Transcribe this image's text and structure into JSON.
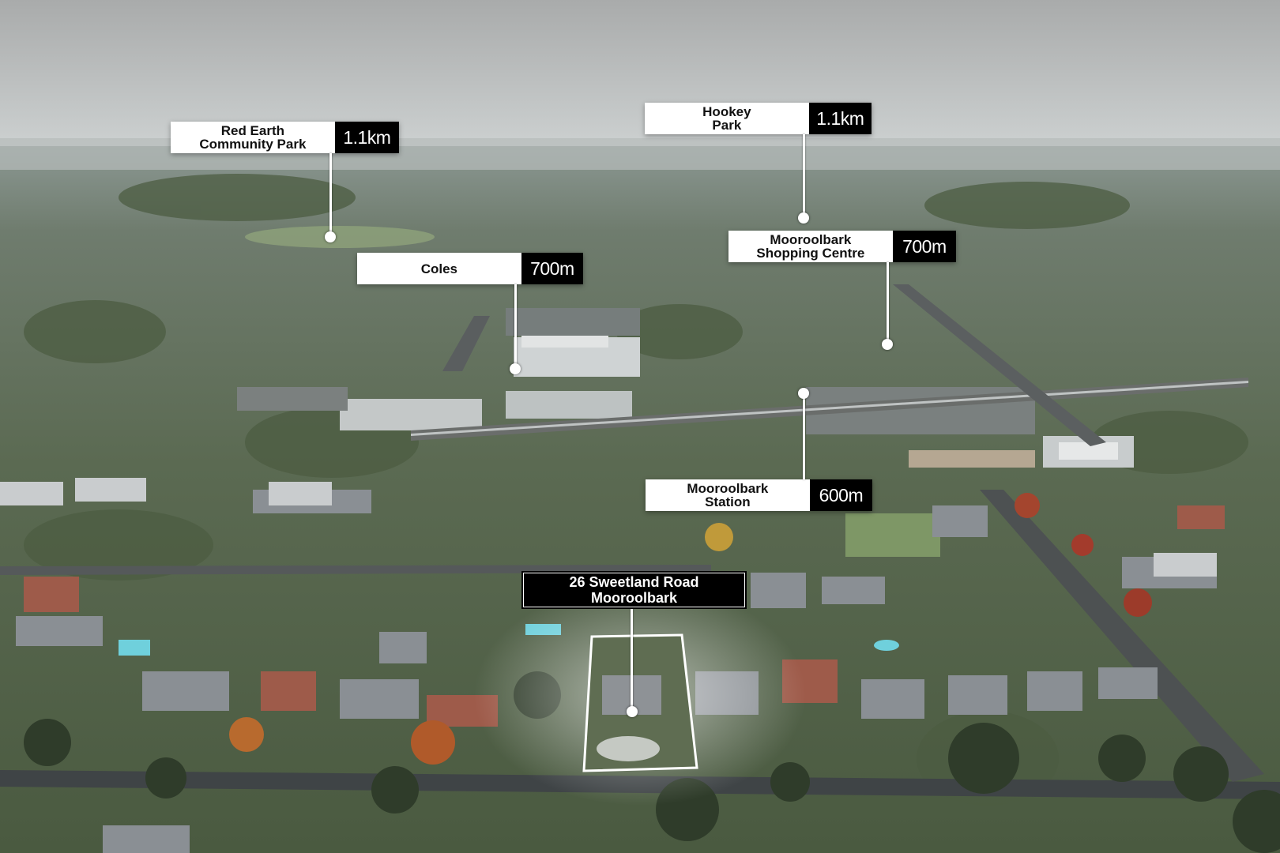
{
  "locations": [
    {
      "name": "Red Earth\nCommunity Park",
      "distance": "1.1km"
    },
    {
      "name": "Hookey\nPark",
      "distance": "1.1km"
    },
    {
      "name": "Coles",
      "distance": "700m"
    },
    {
      "name": "Mooroolbark\nShopping Centre",
      "distance": "700m"
    },
    {
      "name": "Mooroolbark\nStation",
      "distance": "600m"
    }
  ],
  "property": {
    "address": "26 Sweetland Road\nMooroolbark"
  }
}
